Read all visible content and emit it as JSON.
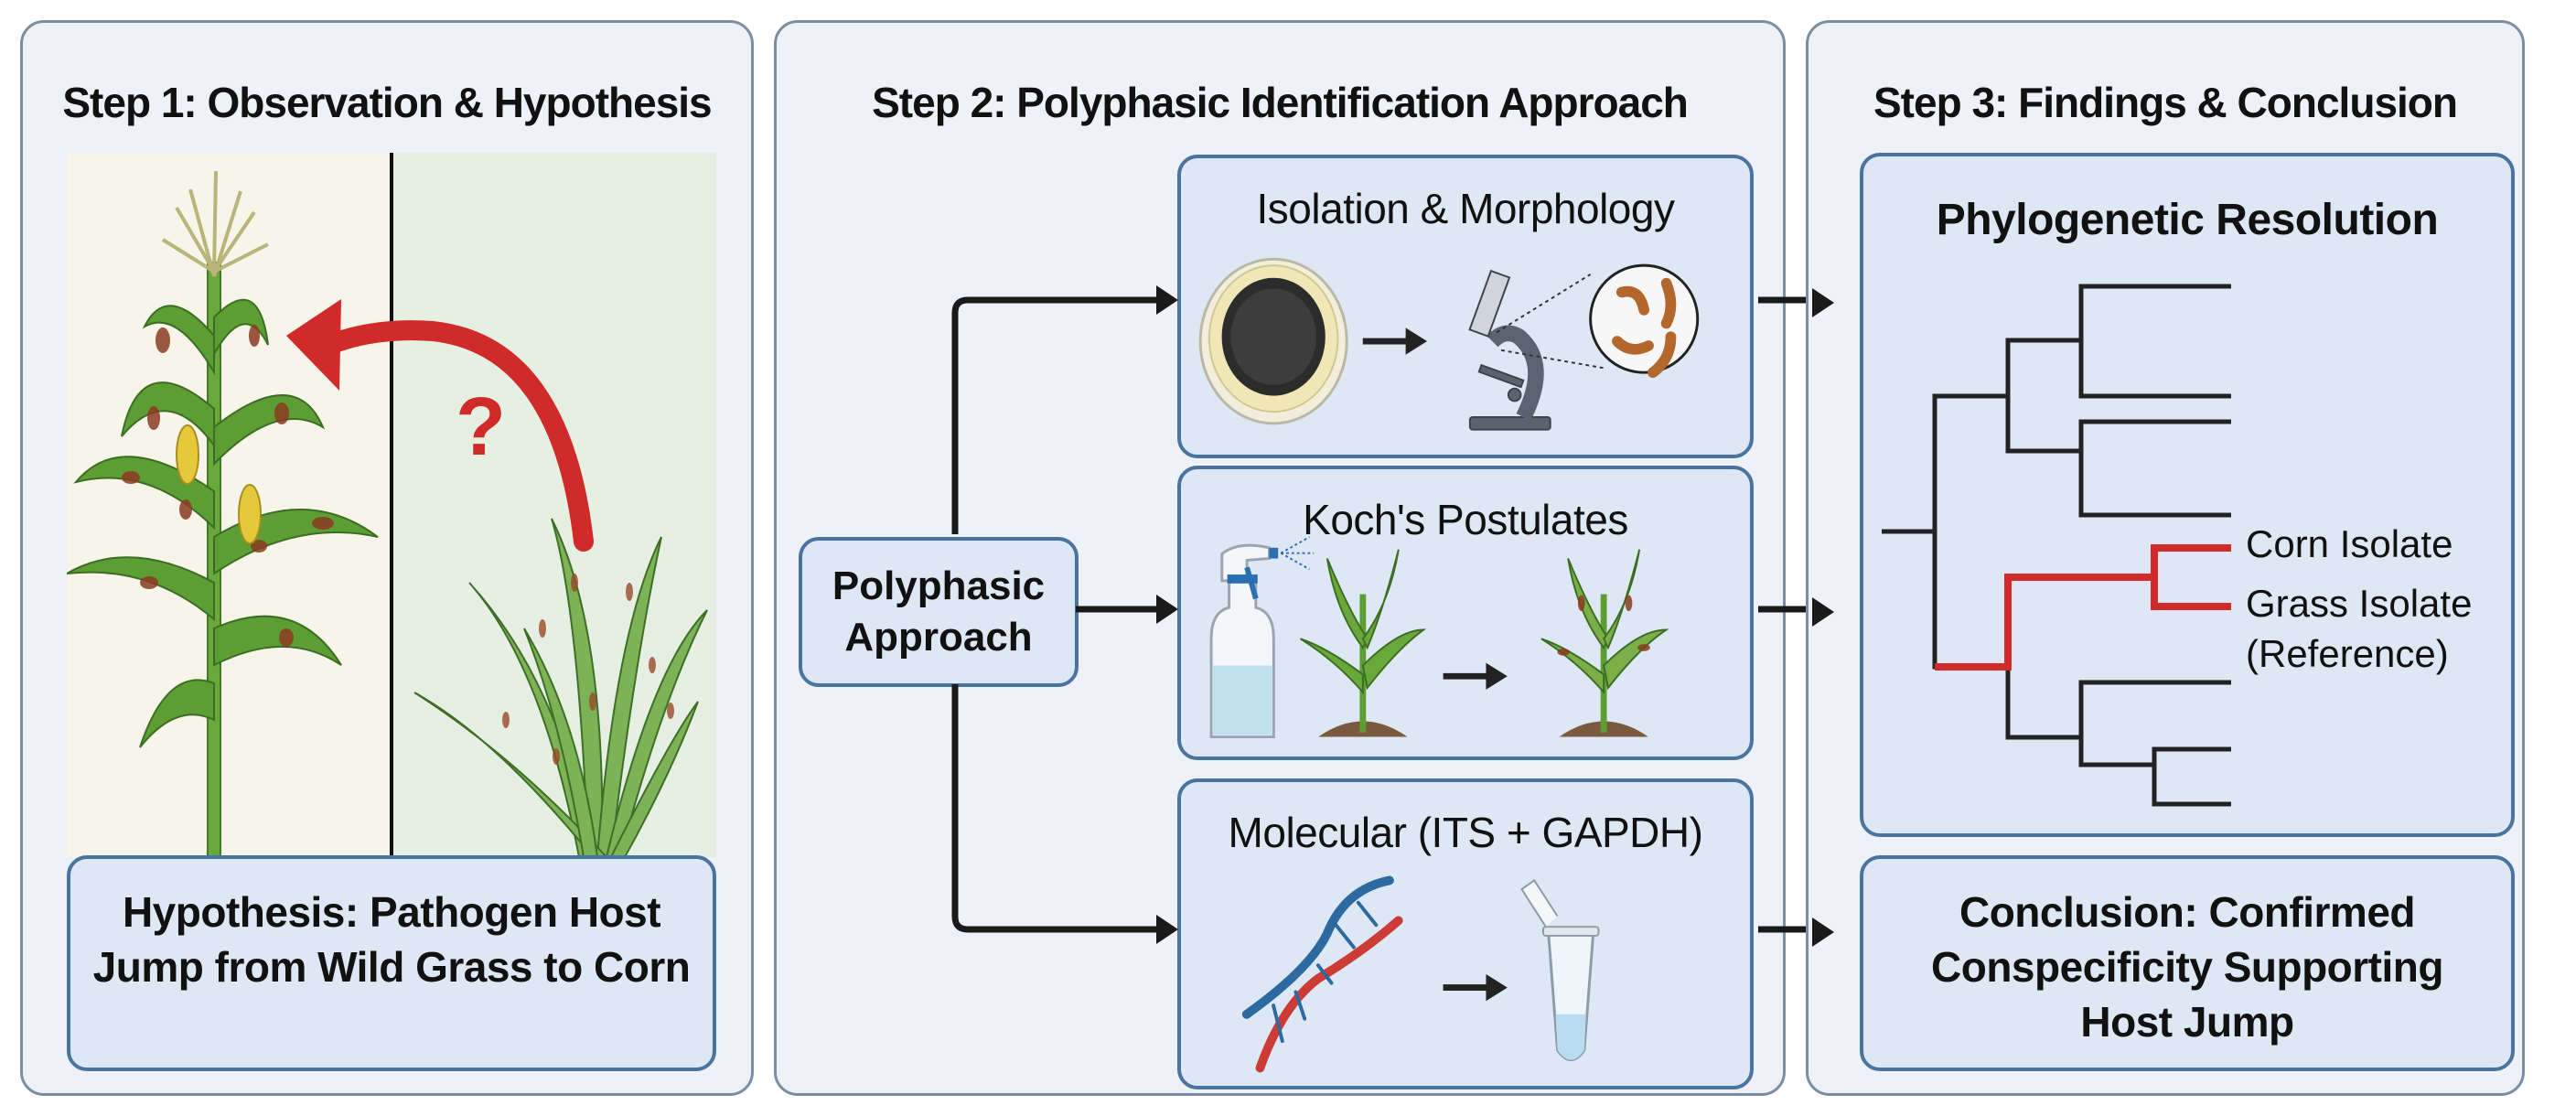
{
  "steps": [
    {
      "title": "Step 1: Observation & Hypothesis",
      "scene": {
        "left_host": "corn",
        "right_host": "wild-grass",
        "question_mark": "?",
        "arrow_direction": "grass-to-corn"
      },
      "hypothesis": "Hypothesis: Pathogen Host Jump from Wild Grass to Corn"
    },
    {
      "title": "Step 2: Polyphasic Identification Approach",
      "hub": "Polyphasic Approach",
      "methods": [
        {
          "title": "Isolation & Morphology",
          "icons": [
            "petri-dish-icon",
            "arrow-icon",
            "microscope-icon",
            "spores-magnified-icon"
          ]
        },
        {
          "title": "Koch's Postulates",
          "icons": [
            "spray-bottle-icon",
            "healthy-plant-icon",
            "arrow-icon",
            "diseased-plant-icon"
          ]
        },
        {
          "title": "Molecular (ITS + GAPDH)",
          "icons": [
            "dna-icon",
            "arrow-icon",
            "microtube-icon"
          ]
        }
      ]
    },
    {
      "title": "Step 3: Findings & Conclusion",
      "phylogeny": {
        "title": "Phylogenetic Resolution",
        "highlight_color": "#d12a2a",
        "labels": [
          "Corn Isolate",
          "Grass Isolate",
          "(Reference)"
        ]
      },
      "conclusion": "Conclusion: Confirmed Conspecificity Supporting Host Jump"
    }
  ],
  "colors": {
    "panel_bg": "#eef2f8",
    "panel_border": "#7d8ea4",
    "box_bg": "#dde8f4",
    "box_border": "#4a74a0",
    "arrow_red": "#d12a2a",
    "corn_bg": "#f7f5ea",
    "grass_bg": "#e6f0e2"
  }
}
